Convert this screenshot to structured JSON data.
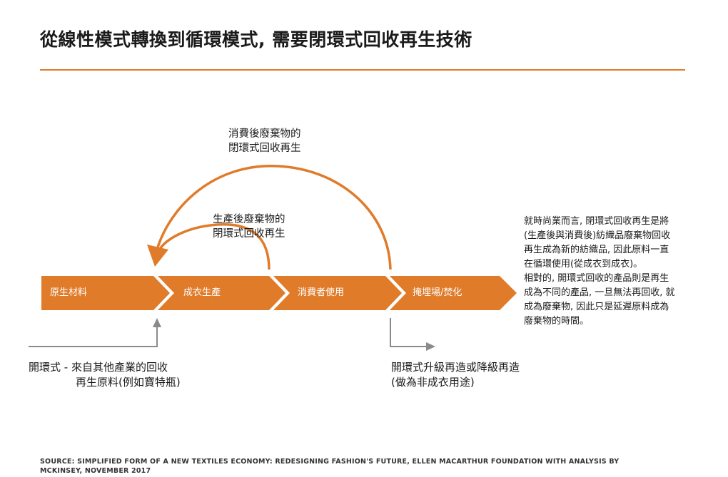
{
  "title": "從線性模式轉換到循環模式, 需要閉環式回收再生技術",
  "colors": {
    "accent": "#e07b2a",
    "gray": "#8a8a8a",
    "text": "#1a1a1a"
  },
  "steps": [
    {
      "label": "原生材料"
    },
    {
      "label": "成衣生產"
    },
    {
      "label": "消費者使用"
    },
    {
      "label": "掩埋場/焚化"
    }
  ],
  "loops": {
    "post_consumer": {
      "line1": "消費後廢棄物的",
      "line2": "閉環式回收再生"
    },
    "post_production": {
      "line1": "生產後廢棄物的",
      "line2": "閉環式回收再生"
    }
  },
  "bottom_left": {
    "line1": "開環式 - 來自其他產業的回收",
    "line2": "再生原料(例如寶特瓶)"
  },
  "bottom_right": {
    "line1": "開環式升級再造或降級再造",
    "line2": "(做為非成衣用途)"
  },
  "side_text": [
    "就時尚業而言, 閉環式回收再生是將",
    "(生產後與消費後)紡織品廢棄物回收",
    "再生成為新的紡織品, 因此原料一直",
    "在循環使用(從成衣到成衣)。",
    "相對的, 開環式回收的產品則是再生",
    "成為不同的產品, 一旦無法再回收, 就",
    "成為廢棄物, 因此只是延遲原料成為",
    "廢棄物的時間。"
  ],
  "source": "SOURCE: SIMPLIFIED FORM OF A NEW TEXTILES ECONOMY: REDESIGNING FASHION'S FUTURE, ELLEN MACARTHUR FOUNDATION WITH ANALYSIS BY MCKINSEY, NOVEMBER 2017"
}
